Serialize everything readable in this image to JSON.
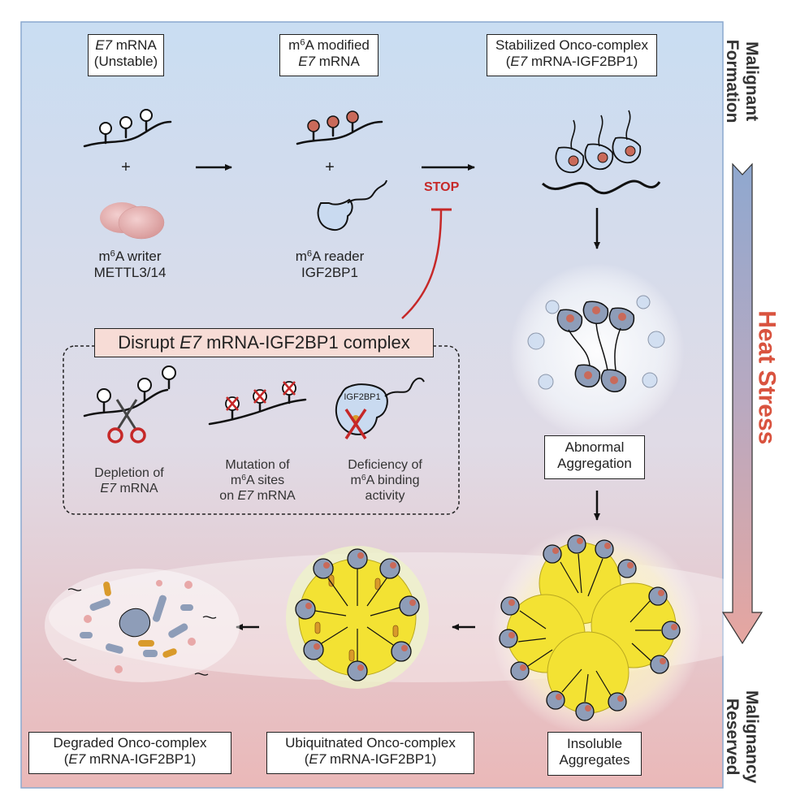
{
  "top_row": {
    "e7_mrna_box": {
      "line1_italic": "E7",
      "line1_rest": " mRNA",
      "line2": "(Unstable)"
    },
    "m6a_modified_box": {
      "line1_pre": "m",
      "line1_sup": "6",
      "line1_post": "A modified",
      "line2_italic": "E7",
      "line2_rest": " mRNA"
    },
    "stabilized_box": {
      "line1": "Stabilized Onco-complex",
      "line2_open": "(",
      "line2_italic": "E7",
      "line2_rest": " mRNA-IGF2BP1)"
    },
    "plus": "+",
    "writer_label": {
      "line1_pre": "m",
      "line1_sup": "6",
      "line1_post": "A writer",
      "line2": "METTL3/14"
    },
    "reader_label": {
      "line1_pre": "m",
      "line1_sup": "6",
      "line1_post": "A reader",
      "line2": "IGF2BP1"
    },
    "stop_label": "STOP"
  },
  "disrupt": {
    "title_pre": "Disrupt ",
    "title_italic": "E7",
    "title_post": " mRNA-IGF2BP1 complex",
    "igf2bp1_label": "IGF2BP1",
    "items": [
      {
        "line1": "Depletion of",
        "line2_italic": "E7",
        "line2_rest": " mRNA"
      },
      {
        "line1": "Mutation of",
        "line2_pre": "m",
        "line2_sup": "6",
        "line2_post": "A sites",
        "line3_pre": "on ",
        "line3_italic": "E7",
        "line3_rest": " mRNA"
      },
      {
        "line1": "Deficiency of",
        "line2_pre": "m",
        "line2_sup": "6",
        "line2_post": "A binding",
        "line3": "activity"
      }
    ]
  },
  "right_col": {
    "abnormal_box": {
      "line1": "Abnormal",
      "line2": "Aggregation"
    },
    "insoluble_box": {
      "line1": "Insoluble",
      "line2": "Aggregates"
    }
  },
  "bottom_row": {
    "ubiquitinated_box": {
      "line1": "Ubiquitnated Onco-complex",
      "line2_open": "(",
      "line2_italic": "E7",
      "line2_rest": " mRNA-IGF2BP1)"
    },
    "degraded_box": {
      "line1": "Degraded Onco-complex",
      "line2_open": "(",
      "line2_italic": "E7",
      "line2_rest": " mRNA-IGF2BP1)"
    }
  },
  "side": {
    "top_label": {
      "line1": "Malignant",
      "line2": "Formation"
    },
    "middle_label": "Heat Stress",
    "bottom_label": {
      "line1": "Malignancy",
      "line2": "Reserved"
    }
  },
  "colors": {
    "bg_top": "#c9ddf2",
    "bg_bottom": "#eab8b8",
    "protein": "#8e9db8",
    "protein_light": "#c9daf0",
    "modification": "#c96a5a",
    "aggregate_core": "#f3e233",
    "ubiquitin": "#d99a2b",
    "stop_red": "#c62828",
    "heat_red": "#d9533f",
    "writer_pink": "#e2a8a8"
  }
}
